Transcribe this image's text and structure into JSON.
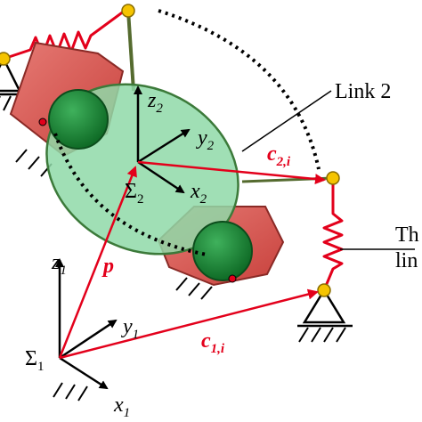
{
  "labels": {
    "link2": "Link 2",
    "spring_partial_1": "Th",
    "spring_partial_2": "lin",
    "z2_main": "z",
    "z2_sub": "2",
    "y2_main": "y",
    "y2_sub": "2",
    "x2_main": "x",
    "x2_sub": "2",
    "sigma2_main": "Σ",
    "sigma2_sub": "2",
    "z1_main": "z",
    "z1_sub": "1",
    "y1_main": "y",
    "y1_sub": "1",
    "x1_main": "x",
    "x1_sub": "1",
    "sigma1_main": "Σ",
    "sigma1_sub": "1",
    "p": "p",
    "c2i_main": "c",
    "c2i_sub": "2,i",
    "c1i_main": "c",
    "c1i_sub": "1,i"
  },
  "colors": {
    "vector_red": "#e3001b",
    "link_fill": "#8fd9a8",
    "link_stroke": "#3c7a3a",
    "block_red": "#d9534f",
    "sphere_green": "#1f8a3a",
    "spring_red": "#e3001b",
    "pivot_yellow": "#f5c400",
    "rod_olive": "#556b2f"
  }
}
